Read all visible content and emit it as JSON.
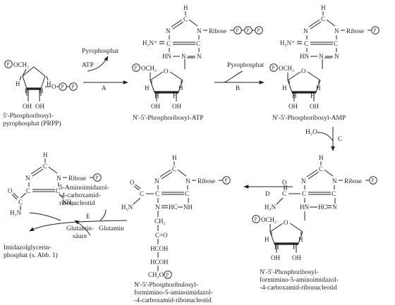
{
  "atoms": {
    "N": "N",
    "C": "C",
    "H": "H",
    "O": "O",
    "NH": "NH",
    "HC": "HC",
    "H2N": "H₂N",
    "H2N_plus": "H₂N⁺",
    "HN": "HN",
    "NH2": "NH₂",
    "CH2": "CH₂",
    "OH": "OH",
    "HCOH": "HCOH",
    "CH2O": "CH₂O",
    "C_eq_O": "C=O",
    "P": "P",
    "OCH2": "OCH₂",
    "ribose_chain": "Ribose",
    "ribose": "Ribose"
  },
  "compounds": {
    "prpp_name_l1": "5'-Phosphoribosyl-",
    "prpp_name_l2": "pyrophosphat (PRPP)",
    "atp_product_name": "N'-5'-Phosphoribosyl-ATP",
    "amp_product_name": "N'-5'-Phosphoribosyl-AMP",
    "ring_open_name_l1": "N'-5'-Phosphoribosyl-",
    "ring_open_name_l2": "formimino-5-aminoimidazol-",
    "ring_open_name_l3": "-4-carboxamid-ribonucleotid",
    "ribulosyl_name_l1": "N'-5'-Phosphoribulosyl-",
    "ribulosyl_name_l2": "formimino-5-aminoimidazol-",
    "ribulosyl_name_l3": "-4-carboxamid-ribonucleotid",
    "aicar_name_l1": "5-Aminoimidazol-",
    "aicar_name_l2": "-4-carboxamid-",
    "aicar_name_l3": "ribonucleotid",
    "igp_name_l1": "Imidazolglycerin-",
    "igp_name_l2": "phosphat (s. Abb. 1)"
  },
  "steps": {
    "a_label": "A",
    "a_in": "ATP",
    "a_out": "Pyrophosphat",
    "b_label": "B",
    "b_out": "Pyrophosphat",
    "c_label": "C",
    "c_in": "H₂O",
    "d_label": "D",
    "e_label": "E",
    "e_in": "Glutamin",
    "e_out_l1": "Glutamin-",
    "e_out_l2": "säure"
  }
}
